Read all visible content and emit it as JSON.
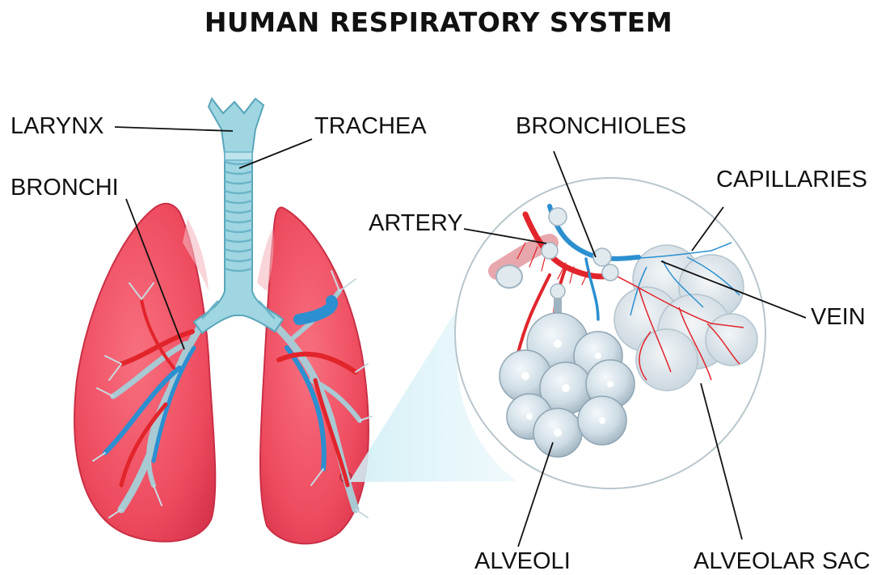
{
  "title": "HUMAN RESPIRATORY SYSTEM",
  "labels": {
    "larynx": "LARYNX",
    "trachea": "TRACHEA",
    "bronchi": "BRONCHI",
    "bronchioles": "BRONCHIOLES",
    "capillaries": "CAPILLARIES",
    "artery": "ARTERY",
    "vein": "VEIN",
    "alveoli": "ALVEOLI",
    "alveolar_sac": "ALVEOLAR SAC"
  },
  "colors": {
    "lung": "#ee4a5e",
    "lung_dark": "#c92f45",
    "airway": "#9fd6e2",
    "airway_dark": "#6ab4c8",
    "artery": "#e2242b",
    "vein": "#2b8fd0",
    "alveoli": "#d4e2ea",
    "text": "#111111"
  }
}
